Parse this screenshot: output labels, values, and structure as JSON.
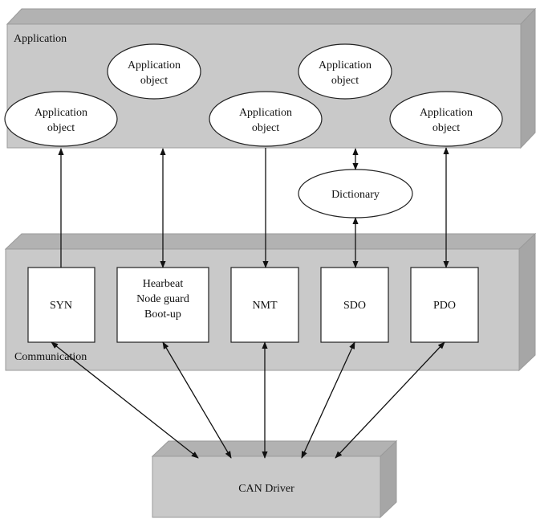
{
  "layers": {
    "application": "Application",
    "communication": "Communication",
    "driver": "CAN Driver"
  },
  "application_objects": [
    {
      "line1": "Application",
      "line2": "object"
    },
    {
      "line1": "Application",
      "line2": "object"
    },
    {
      "line1": "Application",
      "line2": "object"
    },
    {
      "line1": "Application",
      "line2": "object"
    },
    {
      "line1": "Application",
      "line2": "object"
    }
  ],
  "dictionary": "Dictionary",
  "services": {
    "syn": "SYN",
    "heartbeat": {
      "line1": "Hearbeat",
      "line2": "Node guard",
      "line3": "Boot-up"
    },
    "nmt": "NMT",
    "sdo": "SDO",
    "pdo": "PDO"
  }
}
